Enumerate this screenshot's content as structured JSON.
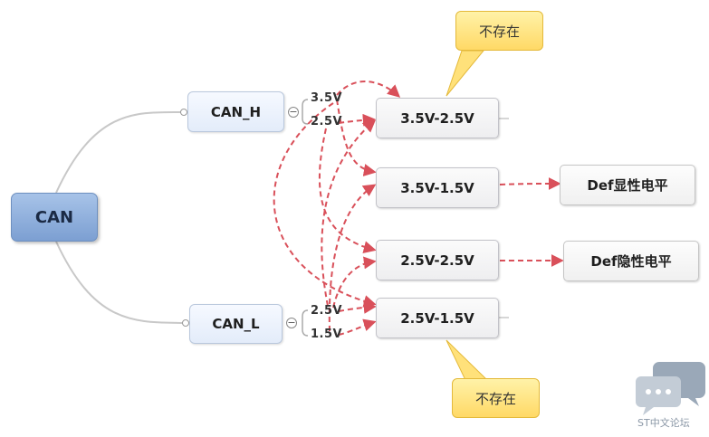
{
  "root": {
    "label": "CAN"
  },
  "lines": [
    {
      "label": "CAN_H",
      "voltages": [
        "3.5V",
        "2.5V"
      ]
    },
    {
      "label": "CAN_L",
      "voltages": [
        "2.5V",
        "1.5V"
      ]
    }
  ],
  "combinations": [
    {
      "label": "3.5V-2.5V"
    },
    {
      "label": "3.5V-1.5V"
    },
    {
      "label": "2.5V-2.5V"
    },
    {
      "label": "2.5V-1.5V"
    }
  ],
  "results": [
    {
      "label": "Def显性电平"
    },
    {
      "label": "Def隐性电平"
    }
  ],
  "callouts": [
    {
      "label": "不存在"
    },
    {
      "label": "不存在"
    }
  ],
  "watermark": {
    "label": "ST中文论坛"
  },
  "colors": {
    "arrow": "#d9505a",
    "root_fill": "#8eaedc",
    "callout_fill": "#ffe17a",
    "connector": "#c8c8c8"
  }
}
